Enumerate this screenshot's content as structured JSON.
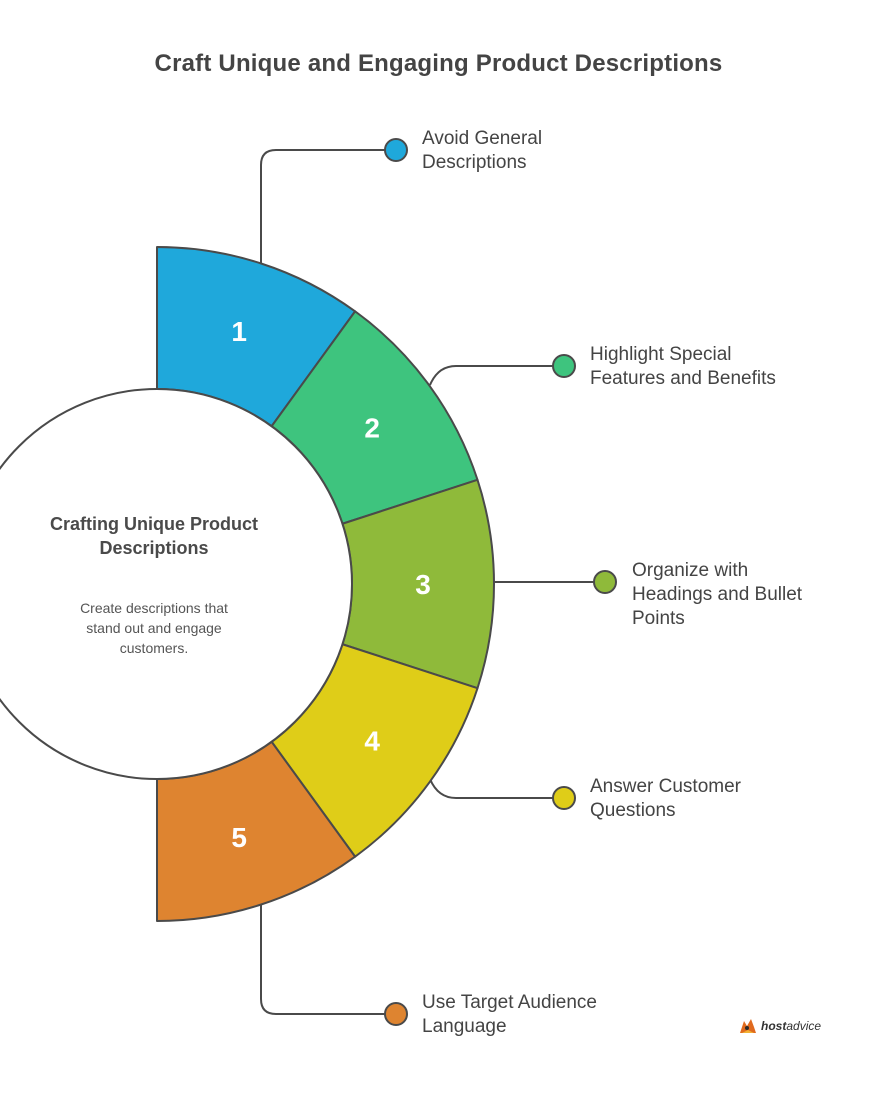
{
  "title": "Craft Unique and Engaging Product Descriptions",
  "center": {
    "title": "Crafting Unique Product Descriptions",
    "description": "Create descriptions that stand out and engage customers."
  },
  "steps": [
    {
      "number": "1",
      "label": "Avoid General Descriptions",
      "color": "#1FA8DB"
    },
    {
      "number": "2",
      "label": "Highlight Special Features and Benefits",
      "color": "#3EC47E"
    },
    {
      "number": "3",
      "label": "Organize with Headings and Bullet Points",
      "color": "#8FBA3A"
    },
    {
      "number": "4",
      "label": "Answer Customer Questions",
      "color": "#DFCD18"
    },
    {
      "number": "5",
      "label": "Use Target Audience Language",
      "color": "#DE8430"
    }
  ],
  "logo": {
    "brand_bold": "host",
    "brand_regular": "advice"
  }
}
